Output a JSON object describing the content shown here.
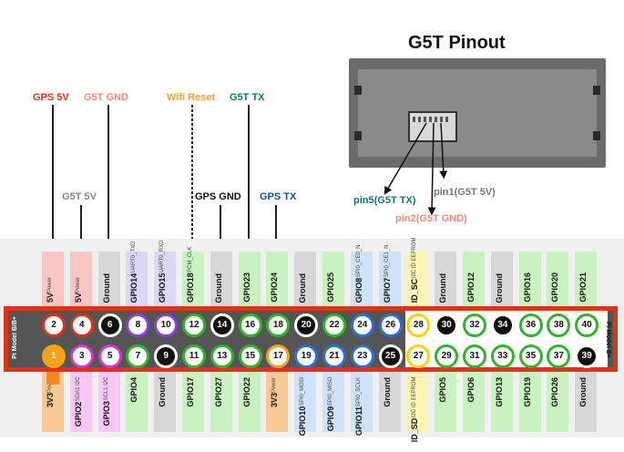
{
  "title": "G5T Pinout",
  "labels": {
    "gps5v": "GPS 5V",
    "g5tgnd": "G5T GND",
    "wifireset": "Wifi Reset",
    "g5ttx": "G5T TX",
    "g5t5v": "G5T 5V",
    "gpsgnd": "GPS GND",
    "gpstx": "GPS TX",
    "pin5": "pin5(G5T TX)",
    "pin1": "pin1(G5T 5V)",
    "pin2": "pin2(G5T GND)"
  },
  "board": {
    "left_tag": "Pi Model B/B+",
    "right_tag": "Pi Model B+"
  },
  "colors": {
    "power": "#f9c6c3",
    "gnd": "#d7d7d7",
    "uart": "#dcd6f7",
    "gpio": "#c8f2c0",
    "spi": "#cfe2f7",
    "idsc": "#fbf5b8",
    "v33": "#f7c995",
    "i2c": "#f7c8f5",
    "red": "#e0311a",
    "orange": "#f4a11e",
    "teal": "#0b7a6c",
    "blue": "#1a4f8a",
    "salmon": "#f08a7a",
    "gray": "#888888"
  },
  "top_pins": [
    {
      "num": "2",
      "name": "5V",
      "sub": "Power",
      "cat": "power"
    },
    {
      "num": "4",
      "name": "5V",
      "sub": "Power",
      "cat": "power"
    },
    {
      "num": "6",
      "name": "Ground",
      "sub": "",
      "cat": "gnd"
    },
    {
      "num": "8",
      "name": "GPIO14",
      "sub": "UART0_TXD",
      "cat": "uart"
    },
    {
      "num": "10",
      "name": "GPIO15",
      "sub": "UART0_RXD",
      "cat": "uart"
    },
    {
      "num": "12",
      "name": "GPIO18",
      "sub": "PCM_CLK",
      "cat": "gpio"
    },
    {
      "num": "14",
      "name": "Ground",
      "sub": "",
      "cat": "gnd"
    },
    {
      "num": "16",
      "name": "GPIO23",
      "sub": "",
      "cat": "gpio"
    },
    {
      "num": "18",
      "name": "GPIO24",
      "sub": "",
      "cat": "gpio"
    },
    {
      "num": "20",
      "name": "Ground",
      "sub": "",
      "cat": "gnd"
    },
    {
      "num": "22",
      "name": "GPIO25",
      "sub": "",
      "cat": "gpio"
    },
    {
      "num": "24",
      "name": "GPIO8",
      "sub": "SPI0_CE0_N",
      "cat": "spi"
    },
    {
      "num": "26",
      "name": "GPIO7",
      "sub": "SPI0_CE1_N",
      "cat": "spi"
    },
    {
      "num": "28",
      "name": "ID_SC",
      "sub": "I2C ID EEPROM",
      "cat": "idsc"
    },
    {
      "num": "30",
      "name": "Ground",
      "sub": "",
      "cat": "gnd"
    },
    {
      "num": "32",
      "name": "GPIO12",
      "sub": "",
      "cat": "gpio"
    },
    {
      "num": "34",
      "name": "Ground",
      "sub": "",
      "cat": "gnd"
    },
    {
      "num": "36",
      "name": "GPIO16",
      "sub": "",
      "cat": "gpio"
    },
    {
      "num": "38",
      "name": "GPIO20",
      "sub": "",
      "cat": "gpio"
    },
    {
      "num": "40",
      "name": "GPIO21",
      "sub": "",
      "cat": "gpio"
    }
  ],
  "bottom_pins": [
    {
      "num": "1",
      "name": "3V3",
      "sub": "Power",
      "cat": "v33"
    },
    {
      "num": "3",
      "name": "GPIO2",
      "sub": "SDA1 I2C",
      "cat": "i2c"
    },
    {
      "num": "5",
      "name": "GPIO3",
      "sub": "SCL1 I2C",
      "cat": "i2c"
    },
    {
      "num": "7",
      "name": "GPIO4",
      "sub": "",
      "cat": "gpio"
    },
    {
      "num": "9",
      "name": "Ground",
      "sub": "",
      "cat": "gnd"
    },
    {
      "num": "11",
      "name": "GPIO17",
      "sub": "",
      "cat": "gpio"
    },
    {
      "num": "13",
      "name": "GPIO27",
      "sub": "",
      "cat": "gpio"
    },
    {
      "num": "15",
      "name": "GPIO22",
      "sub": "",
      "cat": "gpio"
    },
    {
      "num": "17",
      "name": "3V3",
      "sub": "Power",
      "cat": "v33"
    },
    {
      "num": "19",
      "name": "GPIO10",
      "sub": "SPI0_MOSI",
      "cat": "spi"
    },
    {
      "num": "21",
      "name": "GPIO9",
      "sub": "SPI0_MISO",
      "cat": "spi"
    },
    {
      "num": "23",
      "name": "GPIO11",
      "sub": "SPI0_SCLK",
      "cat": "spi"
    },
    {
      "num": "25",
      "name": "Ground",
      "sub": "",
      "cat": "gnd"
    },
    {
      "num": "27",
      "name": "ID_SD",
      "sub": "I2C ID EEPROM",
      "cat": "idsc"
    },
    {
      "num": "29",
      "name": "GPIO5",
      "sub": "",
      "cat": "gpio"
    },
    {
      "num": "31",
      "name": "GPIO6",
      "sub": "",
      "cat": "gpio"
    },
    {
      "num": "33",
      "name": "GPIO13",
      "sub": "",
      "cat": "gpio"
    },
    {
      "num": "35",
      "name": "GPIO19",
      "sub": "",
      "cat": "gpio"
    },
    {
      "num": "37",
      "name": "GPIO26",
      "sub": "",
      "cat": "gpio"
    },
    {
      "num": "39",
      "name": "Ground",
      "sub": "",
      "cat": "gnd"
    }
  ]
}
